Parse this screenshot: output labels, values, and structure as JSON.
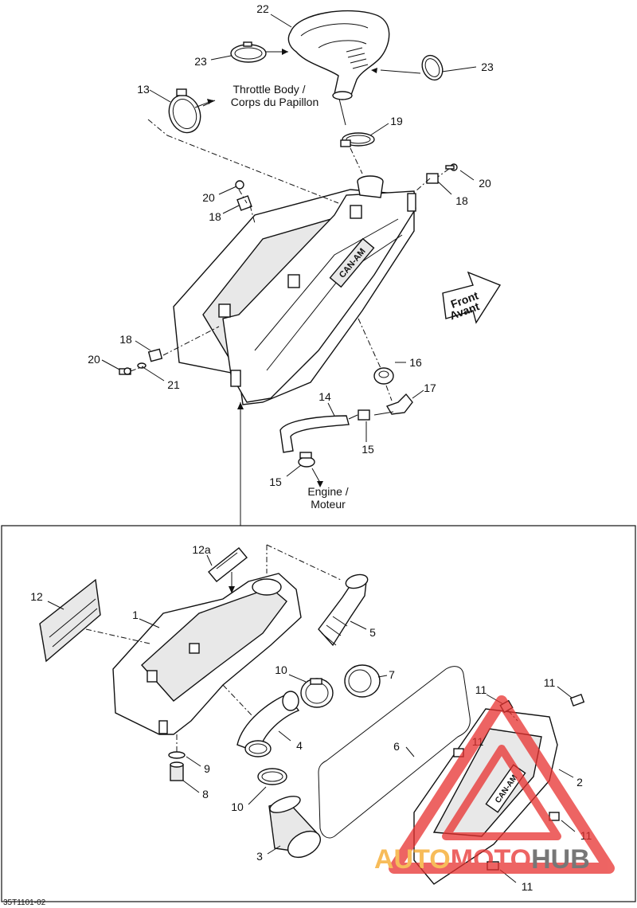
{
  "callouts": {
    "c22": "22",
    "c23a": "23",
    "c23b": "23",
    "c13": "13",
    "c19": "19",
    "c20a": "20",
    "c20b": "20",
    "c20c": "20",
    "c18a": "18",
    "c18b": "18",
    "c18c": "18",
    "c21": "21",
    "c16": "16",
    "c17": "17",
    "c14": "14",
    "c15a": "15",
    "c15b": "15",
    "c12a": "12a",
    "c12": "12",
    "c1": "1",
    "c5": "5",
    "c10a": "10",
    "c10b": "10",
    "c7": "7",
    "c4": "4",
    "c6": "6",
    "c9": "9",
    "c8": "8",
    "c3": "3",
    "c2": "2",
    "c11a": "11",
    "c11b": "11",
    "c11c": "11",
    "c11d": "11",
    "c11e": "11"
  },
  "captions": {
    "throttle_en": "Throttle Body /",
    "throttle_fr": "Corps du Papillon",
    "engine_en": "Engine /",
    "engine_fr": "Moteur",
    "front_en": "Front",
    "front_fr": "Avant"
  },
  "brand_mark": "CAN-AM",
  "reference_code": "35T1101-02",
  "watermark": {
    "part1": "AUTO",
    "part2": "MOTO",
    "part3": "HUB",
    "color_red": "#e8312f",
    "color_orange": "#f5a623",
    "color_gray": "#4a4a4a"
  }
}
